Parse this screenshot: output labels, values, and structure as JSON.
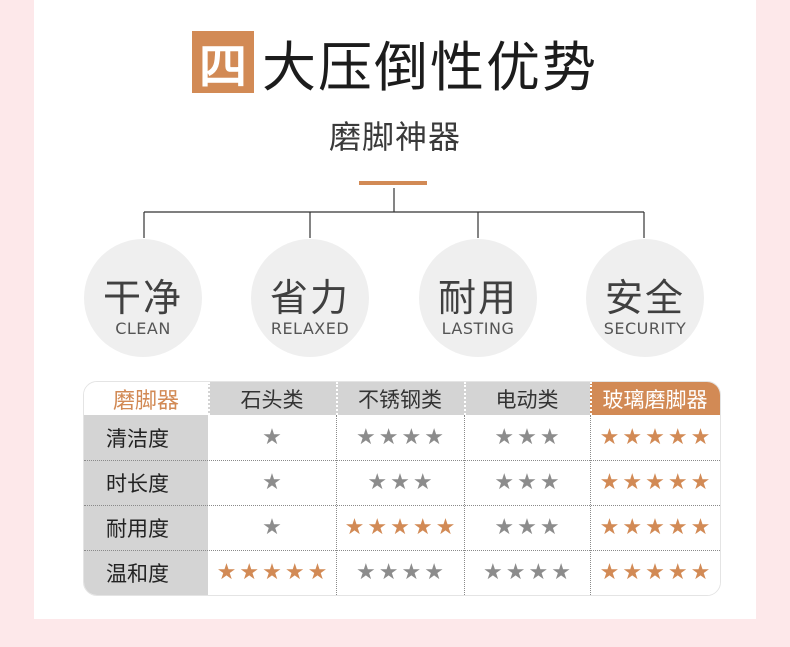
{
  "title": {
    "badge": "四",
    "text": "大压倒性优势"
  },
  "subtitle": "磨脚神器",
  "features": [
    {
      "cn": "干净",
      "en": "CLEAN"
    },
    {
      "cn": "省力",
      "en": "RELAXED"
    },
    {
      "cn": "耐用",
      "en": "LASTING"
    },
    {
      "cn": "安全",
      "en": "SECURITY"
    }
  ],
  "colors": {
    "accent": "#d28a55",
    "star_gray": "#8c8c8c",
    "header_gray": "#d4d4d4"
  },
  "table": {
    "corner": "磨脚器",
    "columns": [
      "石头类",
      "不锈钢类",
      "电动类",
      "玻璃磨脚器"
    ],
    "rows": [
      {
        "label": "清洁度",
        "ratings": [
          1,
          4,
          3,
          5
        ]
      },
      {
        "label": "时长度",
        "ratings": [
          1,
          3,
          3,
          5
        ]
      },
      {
        "label": "耐用度",
        "ratings": [
          1,
          5,
          3,
          5
        ]
      },
      {
        "label": "温和度",
        "ratings": [
          5,
          4,
          4,
          5
        ]
      }
    ],
    "highlight_rating": 5,
    "icon": "star-icon"
  }
}
